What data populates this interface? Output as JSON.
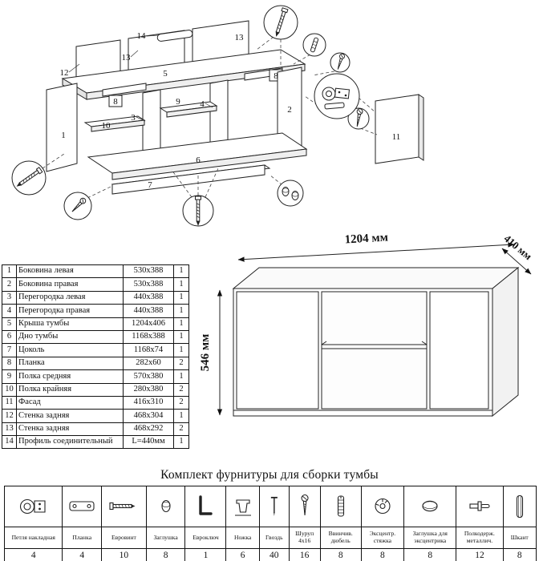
{
  "exploded_view": {
    "part_labels": {
      "part1": "1",
      "part2": "2",
      "part3": "3",
      "part4": "4",
      "part5": "5",
      "part6": "6",
      "part7": "7",
      "part8a": "8",
      "part8b": "8",
      "part9": "9",
      "part10": "10",
      "part11": "11",
      "part12": "12",
      "part13a": "13",
      "part13b": "13",
      "part14": "14"
    }
  },
  "parts_table": {
    "rows": [
      {
        "num": "1",
        "name": "Боковина левая",
        "size": "530x388",
        "qty": "1"
      },
      {
        "num": "2",
        "name": "Боковина правая",
        "size": "530x388",
        "qty": "1"
      },
      {
        "num": "3",
        "name": "Перегородка левая",
        "size": "440x388",
        "qty": "1"
      },
      {
        "num": "4",
        "name": "Перегородка правая",
        "size": "440x388",
        "qty": "1"
      },
      {
        "num": "5",
        "name": "Крыша тумбы",
        "size": "1204x406",
        "qty": "1"
      },
      {
        "num": "6",
        "name": "Дно тумбы",
        "size": "1168x388",
        "qty": "1"
      },
      {
        "num": "7",
        "name": "Цоколь",
        "size": "1168x74",
        "qty": "1"
      },
      {
        "num": "8",
        "name": "Планка",
        "size": "282x60",
        "qty": "2"
      },
      {
        "num": "9",
        "name": "Полка средняя",
        "size": "570x380",
        "qty": "1"
      },
      {
        "num": "10",
        "name": "Полка крайняя",
        "size": "280x380",
        "qty": "2"
      },
      {
        "num": "11",
        "name": "Фасад",
        "size": "416x310",
        "qty": "2"
      },
      {
        "num": "12",
        "name": "Стенка задняя",
        "size": "468x304",
        "qty": "1"
      },
      {
        "num": "13",
        "name": "Стенка задняя",
        "size": "468x292",
        "qty": "2"
      },
      {
        "num": "14",
        "name": "Профиль соединительный",
        "size": "L=440мм",
        "qty": "1"
      }
    ]
  },
  "assembled_view": {
    "width_label": "1204 мм",
    "depth_label": "410 мм",
    "height_label": "546 мм"
  },
  "hardware": {
    "title": "Комплект фурнитуры для сборки тумбы",
    "items": [
      {
        "name": "Петля накладная",
        "qty": "4",
        "icon": "hinge-icon"
      },
      {
        "name": "Планка",
        "qty": "4",
        "icon": "plate-icon"
      },
      {
        "name": "Евровинт",
        "qty": "10",
        "icon": "euroscrew-icon"
      },
      {
        "name": "Заглушка",
        "qty": "8",
        "icon": "cap-icon"
      },
      {
        "name": "Евроключ",
        "qty": "1",
        "icon": "hexkey-icon"
      },
      {
        "name": "Ножка",
        "qty": "6",
        "icon": "leg-icon"
      },
      {
        "name": "Гвоздь",
        "qty": "40",
        "icon": "nail-icon"
      },
      {
        "name": "Шуруп 4x16",
        "qty": "16",
        "icon": "screw-icon"
      },
      {
        "name": "Ввинчив. дюбель",
        "qty": "8",
        "icon": "dowel-icon"
      },
      {
        "name": "Эксцентр. стяжка",
        "qty": "8",
        "icon": "cam-lock-icon"
      },
      {
        "name": "Заглушка для эксцентрика",
        "qty": "8",
        "icon": "cam-cap-icon"
      },
      {
        "name": "Полкодерж. металлич.",
        "qty": "12",
        "icon": "shelf-support-icon"
      },
      {
        "name": "Шкант",
        "qty": "8",
        "icon": "dowel-pin-icon"
      }
    ]
  }
}
